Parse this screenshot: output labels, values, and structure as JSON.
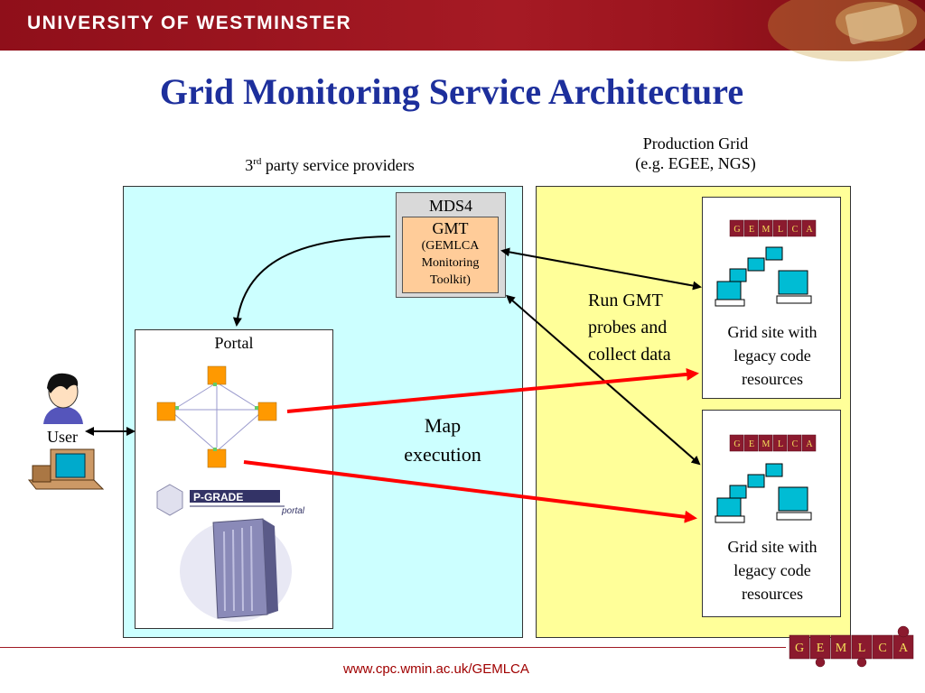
{
  "header": {
    "institution": "UNIVERSITY OF WESTMINSTER"
  },
  "title": "Grid Monitoring Service Architecture",
  "captions": {
    "third_party_prefix": "3",
    "third_party_sup": "rd",
    "third_party_rest": " party service providers",
    "production_line1": "Production Grid",
    "production_line2": "(e.g. EGEE, NGS)"
  },
  "mds": {
    "label": "MDS4",
    "gmt_label": "GMT",
    "gmt_line1": "(GEMLCA",
    "gmt_line2": "Monitoring",
    "gmt_line3": "Toolkit)"
  },
  "portal": {
    "label": "Portal",
    "brand": "P-GRADE",
    "brand_sub": "portal"
  },
  "user": {
    "label": "User"
  },
  "annotations": {
    "run_line1": "Run GMT",
    "run_line2": "probes and",
    "run_line3": "collect data",
    "map_line1": "Map",
    "map_line2": "execution"
  },
  "sites": [
    {
      "line1": "Grid site with",
      "line2": "legacy code",
      "line3": "resources"
    },
    {
      "line1": "Grid site with",
      "line2": "legacy code",
      "line3": "resources"
    }
  ],
  "puzzle_letters": [
    "G",
    "E",
    "M",
    "L",
    "C",
    "A"
  ],
  "footer": {
    "url": "www.cpc.wmin.ac.uk/GEMLCA"
  },
  "colors": {
    "banner": "#a61a24",
    "title": "#1d2f9c",
    "cyan_panel": "#ccffff",
    "yellow_panel": "#ffff99",
    "gmt_box": "#ffcc99",
    "red_arrow": "#ff0000",
    "puzzle": "#8b1a2e"
  }
}
